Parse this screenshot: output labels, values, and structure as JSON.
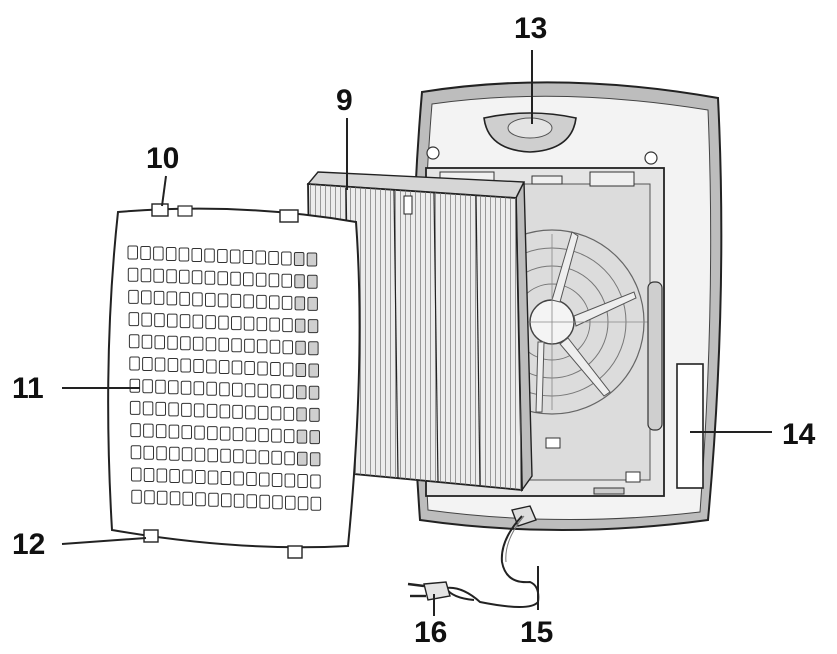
{
  "callouts": {
    "c9": "9",
    "c10": "10",
    "c11": "11",
    "c12": "12",
    "c13": "13",
    "c14": "14",
    "c15": "15",
    "c16": "16"
  },
  "colors": {
    "line": "#222222",
    "housing": "#f2f2f2",
    "housing_rim": "#bdbdbd",
    "cavity": "#e6e6e6",
    "filter": "#e9e9e9",
    "panel": "#ffffff"
  }
}
